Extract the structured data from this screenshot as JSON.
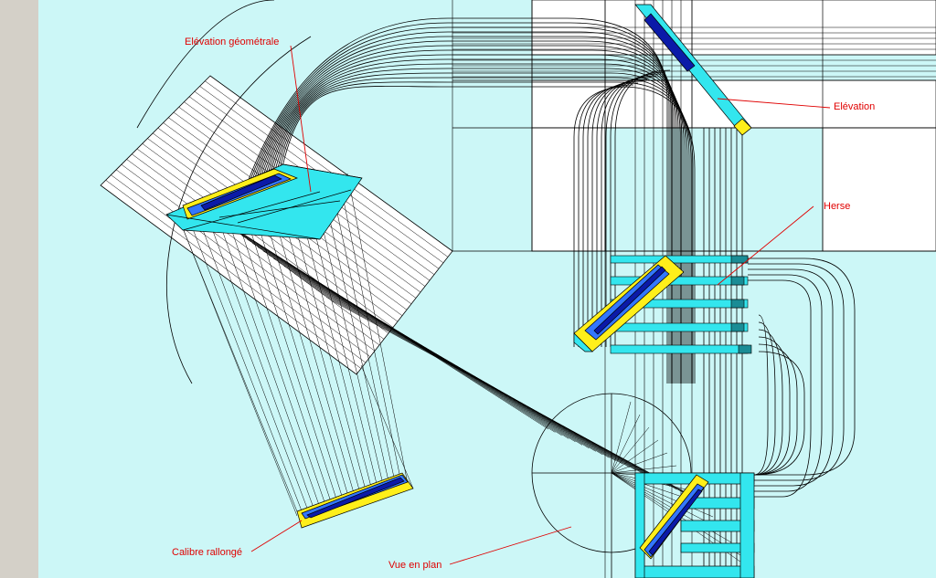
{
  "labels": {
    "elevation_geometrale": "Elévation géométrale",
    "elevation": "Elévation",
    "herse": "Herse",
    "calibre_rallonge": "Calibre rallongé",
    "vue_en_plan": "Vue en plan"
  },
  "colors": {
    "background": "#ccf7f7",
    "frame": "#d4d0c8",
    "line": "#000000",
    "label": "#e00000",
    "cyan_face": "#33e6ee",
    "yellow_face": "#ffef1a",
    "blue_face": "#3377ff",
    "dark_blue": "#0b1aa8",
    "white_band": "#ffffff"
  }
}
